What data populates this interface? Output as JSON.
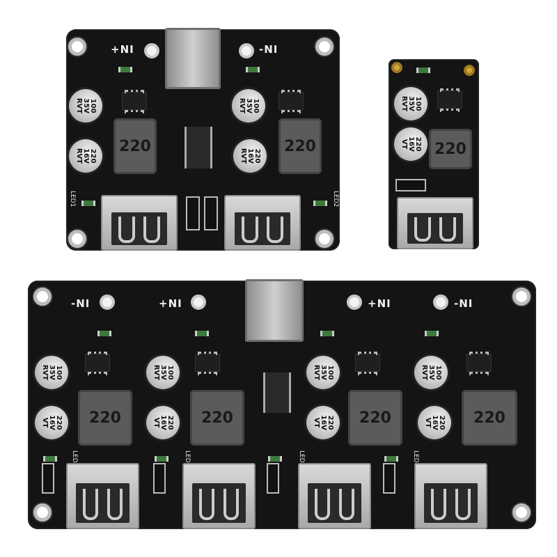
{
  "image": {
    "description_free": true
  },
  "labels": {
    "plus_in": "+NI",
    "minus_in": "-NI",
    "inductor": "220",
    "cap_large": [
      "100",
      "35V",
      "RVT"
    ],
    "cap_small": [
      "220",
      "16V",
      "VT"
    ],
    "cap_small_rvt": [
      "220",
      "16V",
      "RVT"
    ],
    "led1": "LED1",
    "led2": "LED2",
    "led3": "LED3",
    "led4": "LED4"
  },
  "colors": {
    "pcb": "#141414",
    "metal": "#c0c0c0",
    "inductor": "#5b5b5b",
    "background": "#ffffff"
  }
}
